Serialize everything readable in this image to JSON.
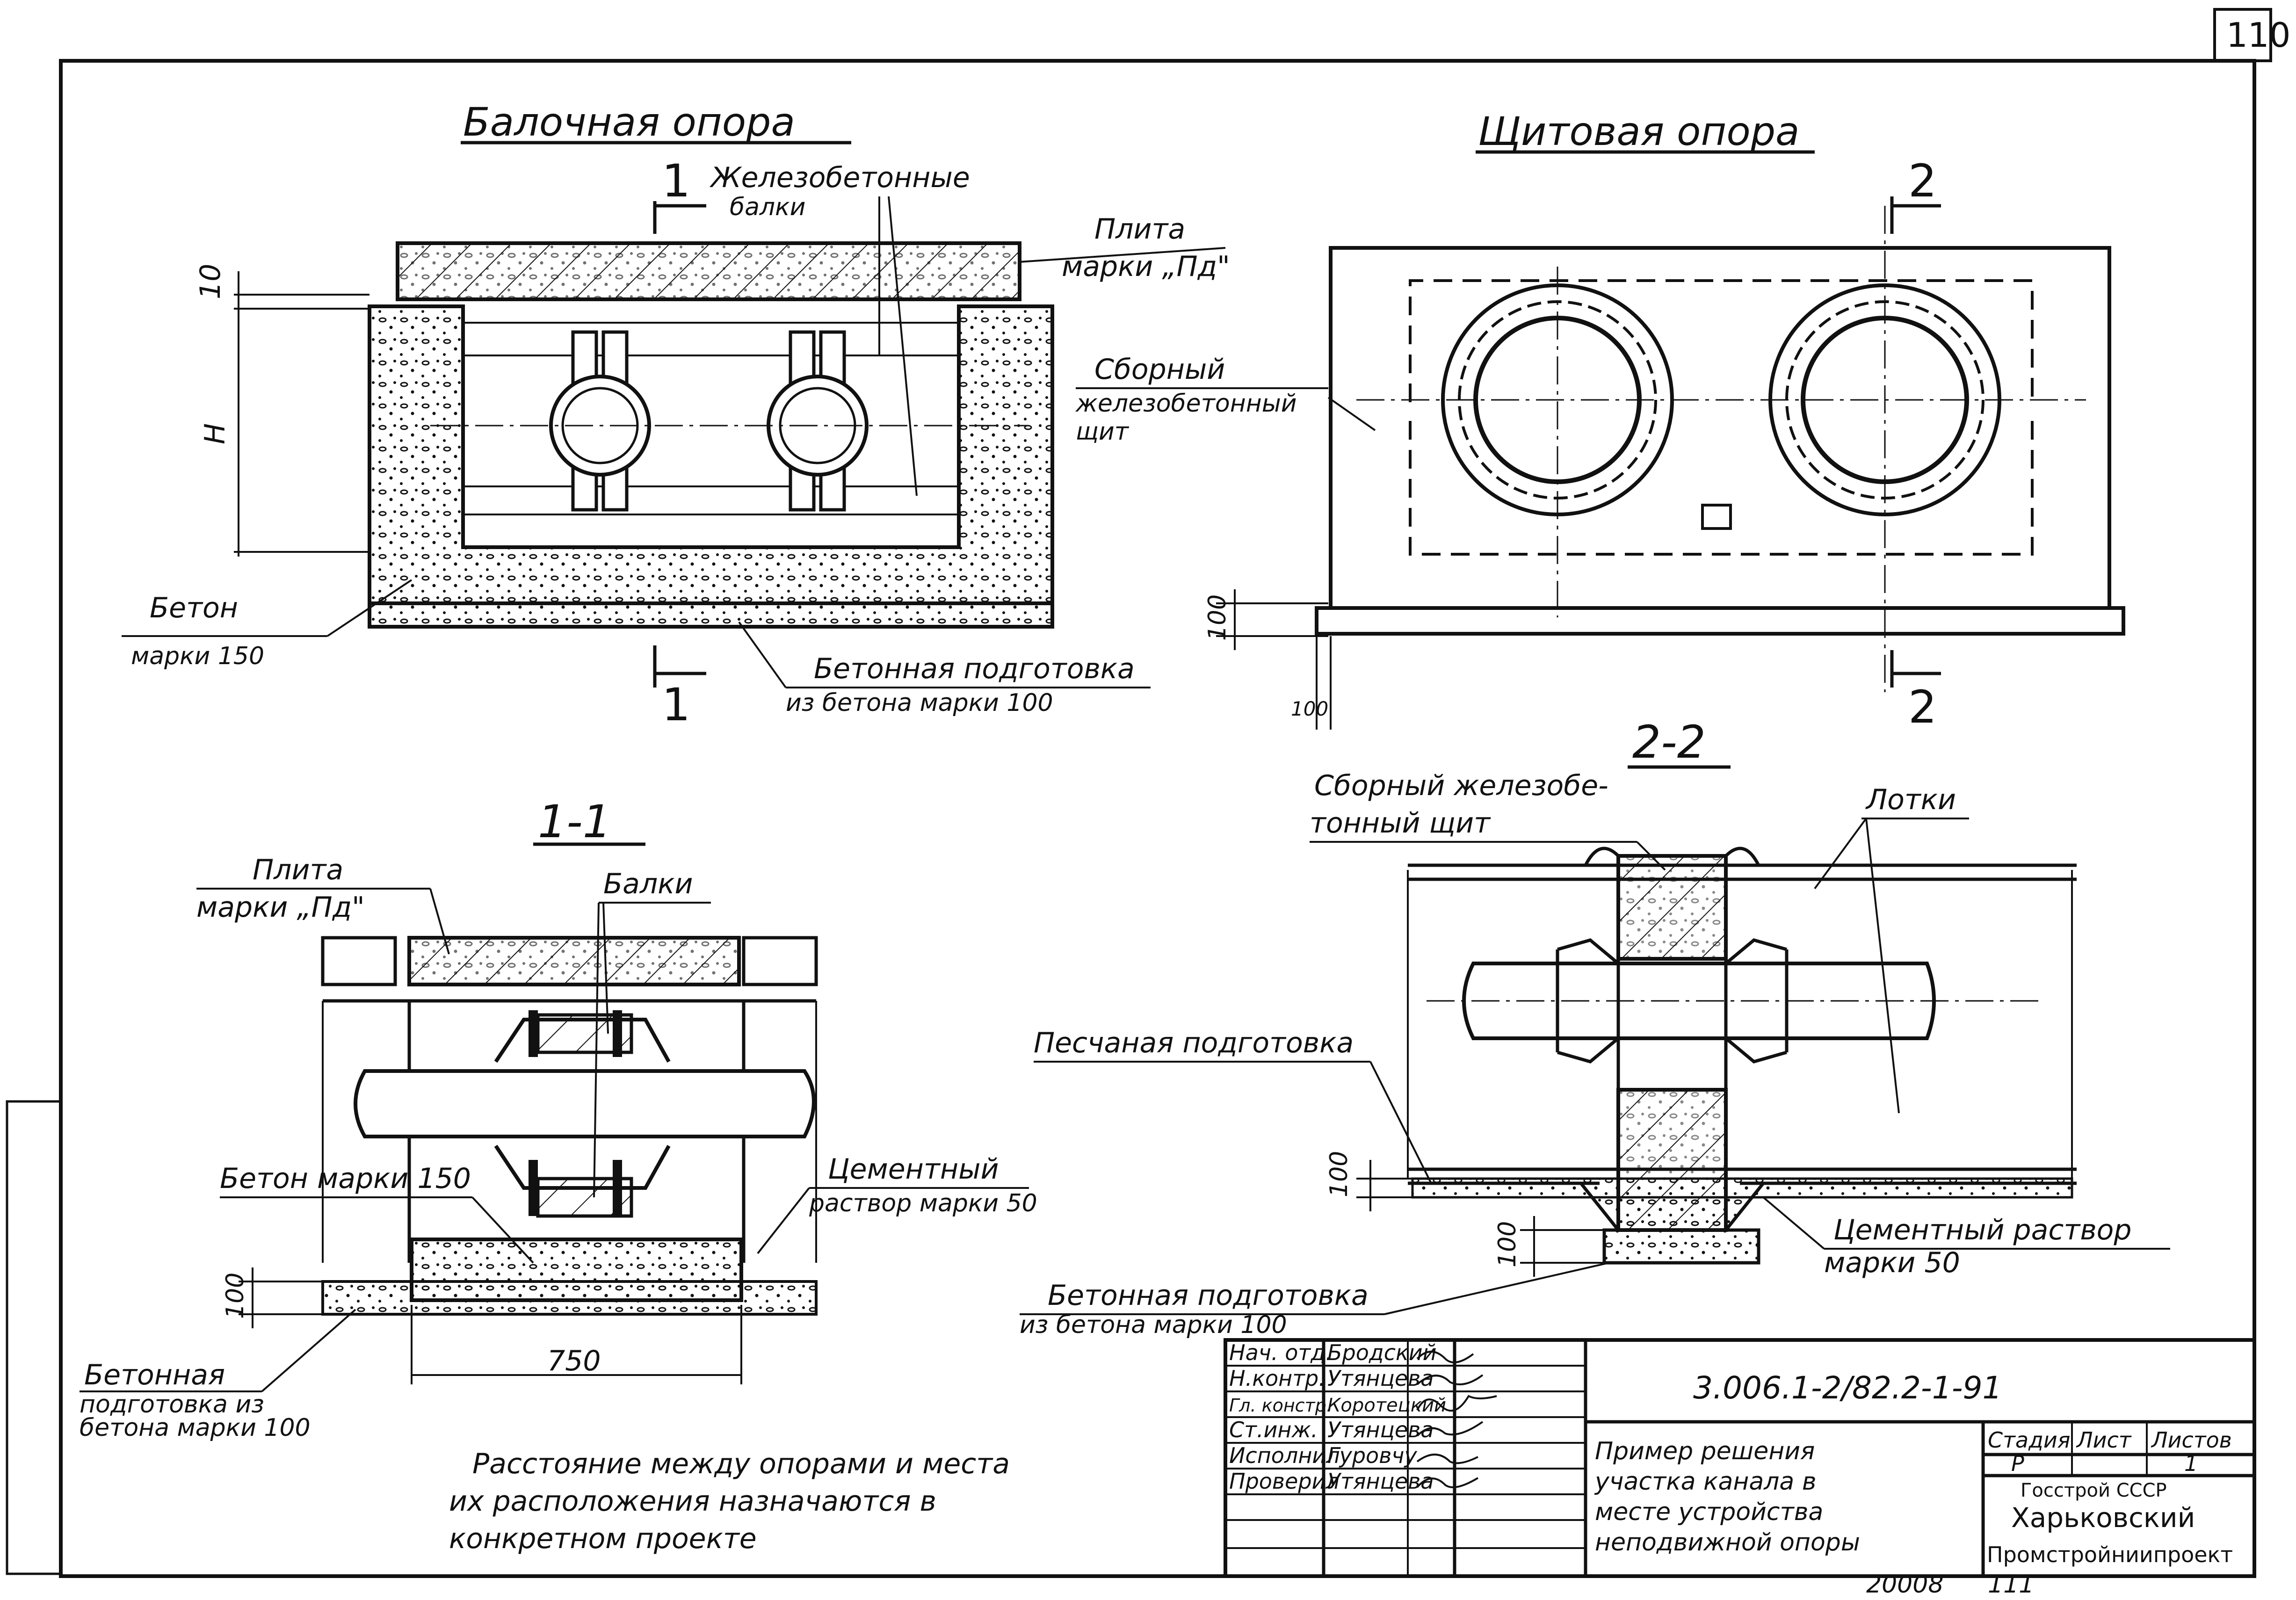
{
  "sheet": {
    "page_number": "110",
    "footer_left": "20008",
    "footer_right": "111"
  },
  "views": {
    "beam_support": {
      "title": "Балочная опора",
      "beams_label_1": "Железобетонные",
      "beams_label_2": "балки",
      "slab_label_1": "Плита",
      "slab_label_2": "марки „Пд\"",
      "concrete_label_1": "Бетон",
      "concrete_label_2": "марки 150",
      "prep_label_1": "Бетонная подготовка",
      "prep_label_2": "из бетона марки 100",
      "dim_10": "10",
      "dim_h": "H",
      "cut_mark": "1"
    },
    "panel_support": {
      "title": "Щитовая опора",
      "panel_label_1": "Сборный",
      "panel_label_2": "железобетонный",
      "panel_label_3": "щит",
      "dim_100_v": "100",
      "dim_100_h": "100",
      "cut_mark": "2"
    },
    "section_1_1": {
      "title": "1-1",
      "slab_label_1": "Плита",
      "slab_label_2": "марки „Пд\"",
      "beams_label": "Балки",
      "concrete_label": "Бетон марки 150",
      "mortar_label_1": "Цементный",
      "mortar_label_2": "раствор марки 50",
      "prep_label_1": "Бетонная",
      "prep_label_2": "подготовка из",
      "prep_label_3": "бетона марки 100",
      "dim_100": "100",
      "dim_750": "750"
    },
    "section_2_2": {
      "title": "2-2",
      "panel_label_1": "Сборный железобе-",
      "panel_label_2": "тонный щит",
      "trays_label": "Лотки",
      "sand_label": "Песчаная подготовка",
      "mortar_label_1": "Цементный раствор",
      "mortar_label_2": "марки 50",
      "prep_label_1": "Бетонная подготовка",
      "prep_label_2": "из бетона марки 100",
      "dim_100_a": "100",
      "dim_100_b": "100"
    }
  },
  "note": {
    "line1": "Расстояние между опорами и места",
    "line2": "их расположения назначаются в",
    "line3": "конкретном проекте"
  },
  "title_block": {
    "designation": "3.006.1-2/82.2-1-91",
    "description_1": "Пример решения",
    "description_2": "участка канала в",
    "description_3": "месте устройства",
    "description_4": "неподвижной опоры",
    "stage_header": "Стадия",
    "sheet_header": "Лист",
    "sheets_header": "Листов",
    "stage_value": "Р",
    "sheet_value": "1",
    "org_1": "Госстрой СССР",
    "org_2": "Харьковский",
    "org_3": "Промстройниипроект",
    "roles": [
      {
        "role": "Нач. отд.",
        "name": "Бродский"
      },
      {
        "role": "Н.контр.",
        "name": "Утянцева"
      },
      {
        "role": "Гл. констр.",
        "name": "Коротецкий"
      },
      {
        "role": "Ст.инж.",
        "name": "Утянцева"
      },
      {
        "role": "Исполнил",
        "name": "Гуровчу"
      },
      {
        "role": "Проверил",
        "name": "Утянцева"
      }
    ]
  }
}
